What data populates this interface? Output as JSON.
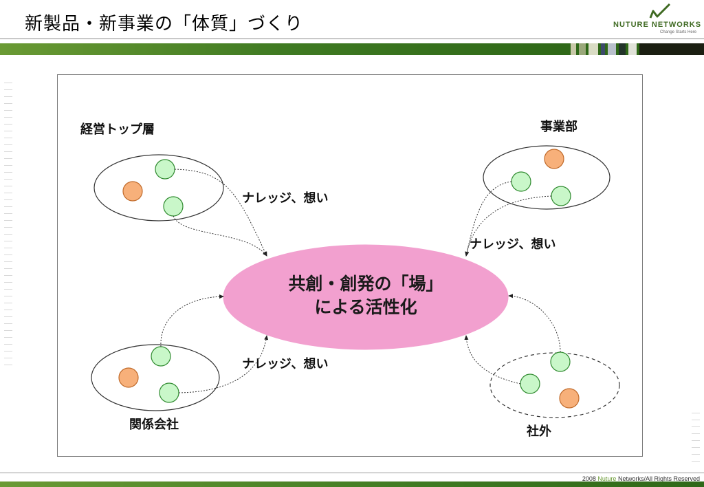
{
  "slide": {
    "title": "新製品・新事業の「体質」づくり"
  },
  "logo": {
    "text": "NUTURE NETWORKS",
    "tagline": "Change Starts Here"
  },
  "diagram": {
    "center": {
      "line1": "共創・創発の「場」",
      "line2": "による活性化"
    },
    "groups": {
      "top_left": "経営トップ層",
      "top_right": "事業部",
      "bottom_left": "関係会社",
      "bottom_right": "社外"
    },
    "flow_labels": {
      "top_left": "ナレッジ、想い",
      "top_right": "ナレッジ、想い",
      "bottom_left": "ナレッジ、想い"
    },
    "colors": {
      "center_fill": "#f2a0cf",
      "member_green": "#c9f7c9",
      "member_orange": "#f7b07a"
    }
  },
  "footer": {
    "year": "2008",
    "brand": "Nuture",
    "rest": "Networks/All Rights Reserved"
  }
}
